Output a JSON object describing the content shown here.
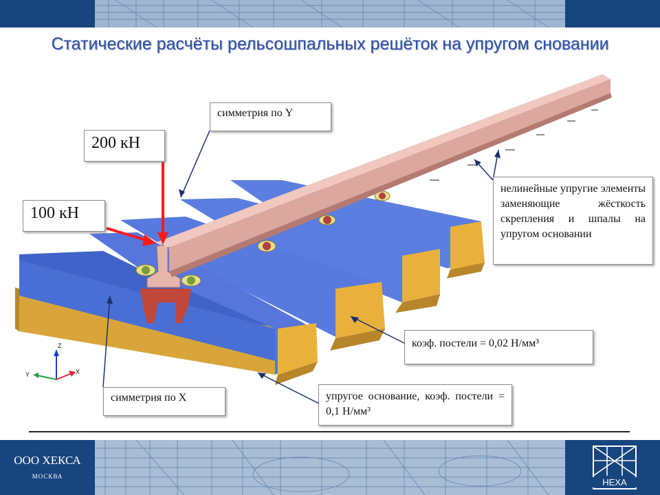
{
  "slide": {
    "title": "Статические расчёты рельсошпальных решёток на упругом сновании"
  },
  "callouts": {
    "symmetry_y": "симметрия по Y",
    "load_200": "200 кН",
    "load_100": "100 кН",
    "nonlinear": "нелинейные упругие элементы заменяющие жёсткость скрепления и шпалы на упругом основании",
    "bed_coef_sleeper": "коэф. постели = 0,02 Н/мм³",
    "symmetry_x": "симметрия по X",
    "elastic_base": "упругое основание, коэф. постели = 0,1 Н/мм³"
  },
  "axes": {
    "z": "Z",
    "y": "Y",
    "x": "X"
  },
  "footer": {
    "company": "ООО ХЕКСА",
    "city": "МОСКВА",
    "logo": "HEXA"
  },
  "colors": {
    "band": "#17457e",
    "title": "#2f4fa5",
    "sleeper_blue": "#4f74d8",
    "base_gold": "#d9a53a",
    "rail_pink": "#e8b8b0",
    "load_red": "#ff1a1a",
    "leader_navy": "#1c2f6b"
  }
}
